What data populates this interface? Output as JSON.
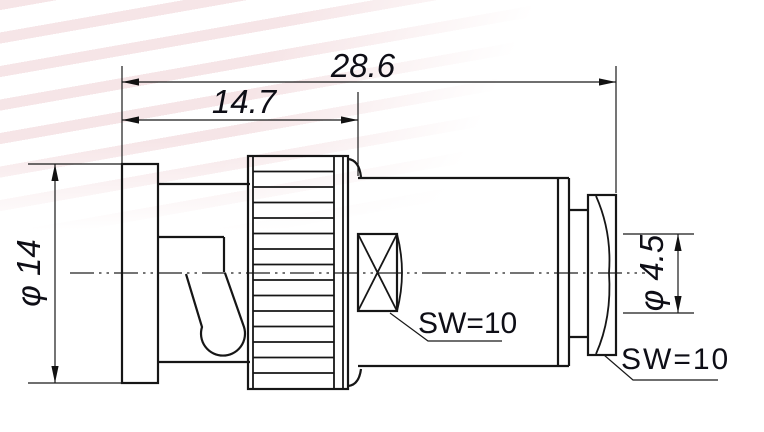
{
  "drawing": {
    "type": "technical-drawing-bnc-connector",
    "dim_overall_length": "28.6",
    "dim_front_length": "14.7",
    "dim_body_diameter": "φ 14",
    "dim_cable_diameter": "φ 4.5",
    "label_wrench_mid": "SW=10",
    "label_wrench_rear": "SW=10",
    "colors": {
      "line": "#161616",
      "text": "#0e0e16",
      "background": "#ffffff",
      "watermark_stripe": "#f6e5e7"
    }
  }
}
